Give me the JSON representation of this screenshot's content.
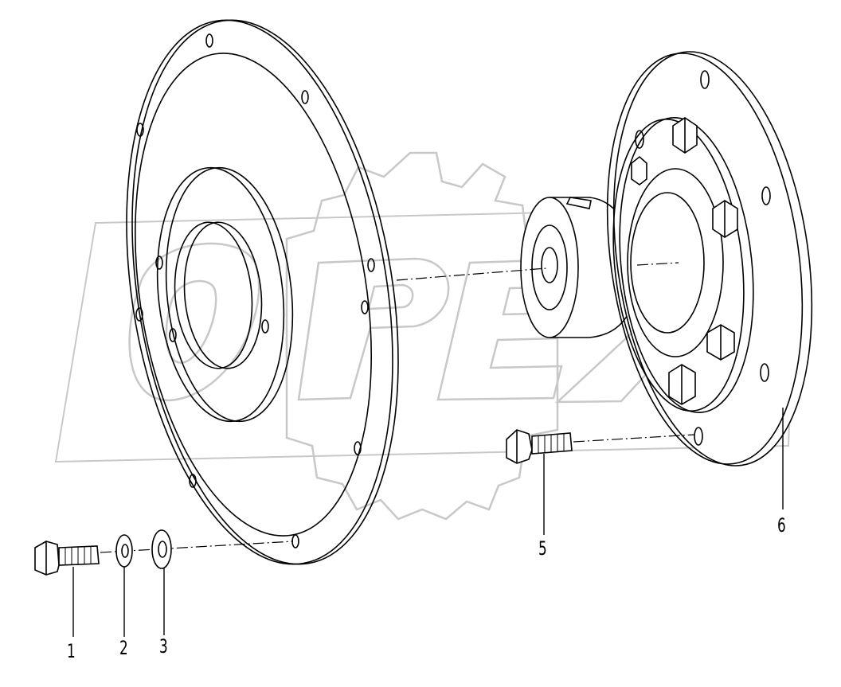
{
  "watermark_text": "OPEX",
  "part_labels": {
    "p1": "1",
    "p2": "2",
    "p3": "3",
    "p5": "5",
    "p6": "6"
  },
  "colors": {
    "line": "#000000",
    "watermark": "#c8c8c8"
  }
}
